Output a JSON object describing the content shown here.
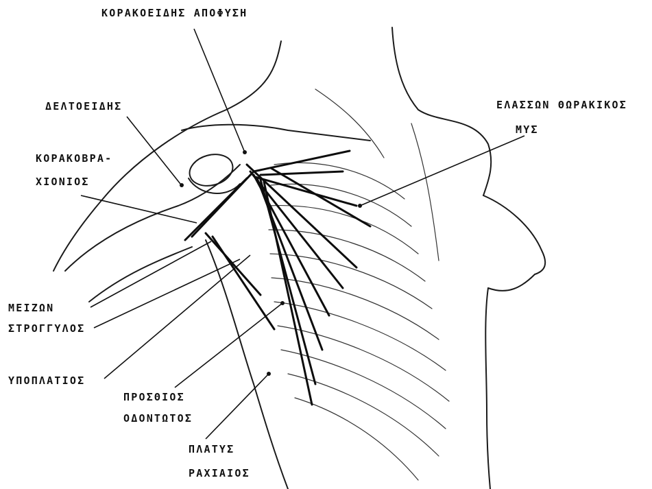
{
  "labels": {
    "coracoid": "ΚΟΡΑΚΟΕΙΔΗΣ ΑΠΟΦΥΣΗ",
    "deltoid": "ΔΕΛΤΟΕΙΔΗΣ",
    "coracobrachialis_1": "ΚΟΡΑΚΟΒΡΑ-",
    "coracobrachialis_2": "ΧΙΟΝΙΟΣ",
    "pectoralis_minor_1": "ΕΛΑΣΣΩΝ ΘΩΡΑΚΙΚΟΣ",
    "pectoralis_minor_2": "ΜΥΣ",
    "teres_major_1": "ΜΕΙΖΩΝ",
    "teres_major_2": "ΣΤΡΟΓΓΥΛΟΣ",
    "subscapularis": "ΥΠΟΠΛΑΤΙΟΣ",
    "serratus_1": "ΠΡΟΣΘΙΟΣ",
    "serratus_2": "ΟΔΟΝΤΩΤΟΣ",
    "latissimus_1": "ΠΛΑΤΥΣ",
    "latissimus_2": "ΡΑΧΙΑΙΟΣ"
  }
}
